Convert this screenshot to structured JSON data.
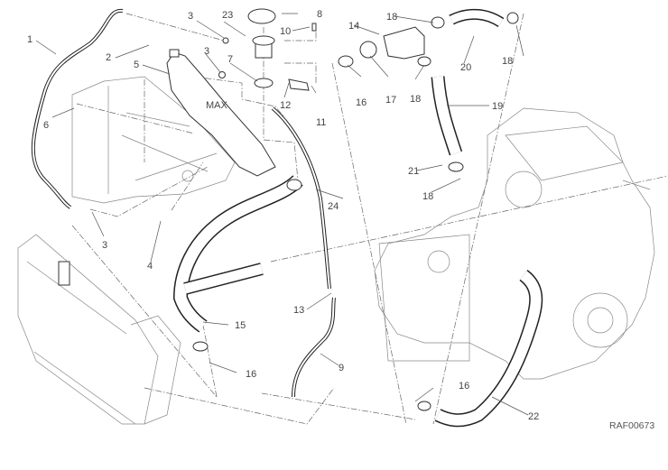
{
  "diagram": {
    "title": "Cooling system exploded view",
    "drawing_code": "RAF00673",
    "callouts": [
      {
        "id": "c1",
        "text": "1"
      },
      {
        "id": "c2",
        "text": "2"
      },
      {
        "id": "c3a",
        "text": "3"
      },
      {
        "id": "c3b",
        "text": "3"
      },
      {
        "id": "c3c",
        "text": "3"
      },
      {
        "id": "c4",
        "text": "4"
      },
      {
        "id": "c5",
        "text": "5"
      },
      {
        "id": "c6",
        "text": "6"
      },
      {
        "id": "c7",
        "text": "7"
      },
      {
        "id": "c8",
        "text": "8"
      },
      {
        "id": "c9",
        "text": "9"
      },
      {
        "id": "c10",
        "text": "10"
      },
      {
        "id": "c11",
        "text": "11"
      },
      {
        "id": "c12",
        "text": "12"
      },
      {
        "id": "c13",
        "text": "13"
      },
      {
        "id": "c14",
        "text": "14"
      },
      {
        "id": "c15",
        "text": "15"
      },
      {
        "id": "c16a",
        "text": "16"
      },
      {
        "id": "c16b",
        "text": "16"
      },
      {
        "id": "c16c",
        "text": "16"
      },
      {
        "id": "c17",
        "text": "17"
      },
      {
        "id": "c18a",
        "text": "18"
      },
      {
        "id": "c18b",
        "text": "18"
      },
      {
        "id": "c18c",
        "text": "18"
      },
      {
        "id": "c18d",
        "text": "18"
      },
      {
        "id": "c19",
        "text": "19"
      },
      {
        "id": "c20",
        "text": "20"
      },
      {
        "id": "c21",
        "text": "21"
      },
      {
        "id": "c22",
        "text": "22"
      },
      {
        "id": "c23",
        "text": "23"
      },
      {
        "id": "c24",
        "text": "24"
      }
    ],
    "tank_mark": "MAX"
  }
}
